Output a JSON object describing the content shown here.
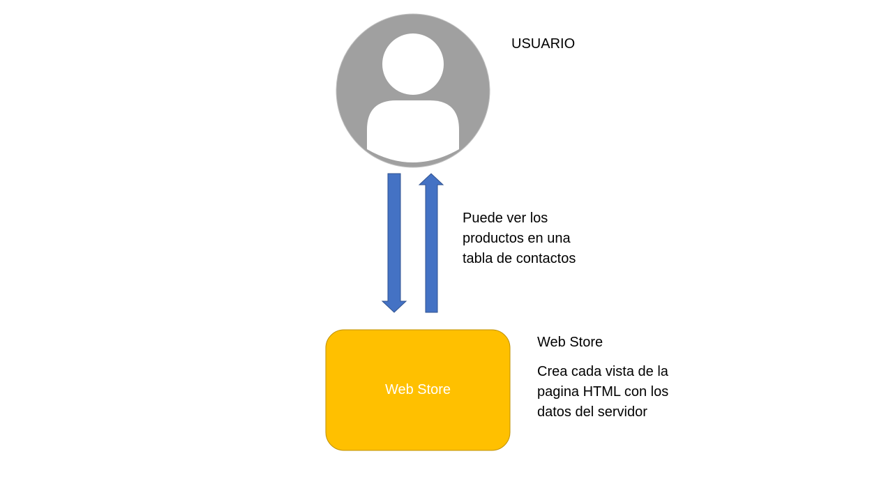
{
  "user": {
    "label": "USUARIO",
    "icon": "user-avatar-icon",
    "circle_color": "#a0a0a0",
    "figure_color": "#ffffff"
  },
  "flow": {
    "arrow_color": "#4472c4",
    "arrow_border": "#2f528f",
    "description_lines": [
      "Puede ver los",
      "productos en una",
      "tabla de contactos"
    ]
  },
  "store": {
    "box_label": "Web Store",
    "box_color": "#ffc000",
    "box_border": "#bf9000",
    "title": "Web Store",
    "description_lines": [
      "Crea cada vista de la",
      "pagina HTML con los",
      "datos del servidor"
    ]
  }
}
